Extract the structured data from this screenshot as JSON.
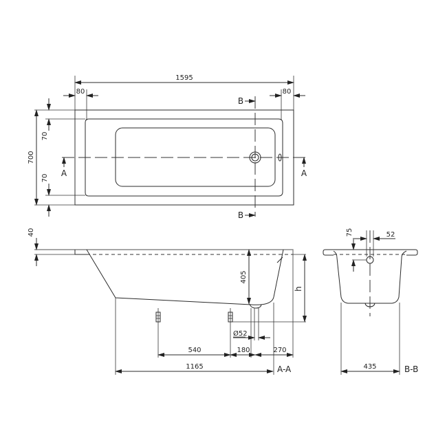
{
  "drawing": {
    "type": "bathtub technical drawing",
    "top_view": {
      "overall_length": "1595",
      "rim_left": "80",
      "rim_right": "80",
      "overall_width": "700",
      "rim_top": "70",
      "rim_bottom": "70",
      "section_a_label": "A",
      "section_b_label": "B"
    },
    "section_a": {
      "title": "A-A",
      "rim_thickness": "40",
      "depth": "405",
      "height_label": "h",
      "drain_diameter": "Ø52",
      "foot_spacing": "540",
      "drain_offset": "180",
      "end_offset": "270",
      "base_length": "1165"
    },
    "section_b": {
      "title": "B-B",
      "overflow_offset": "75",
      "overflow_diameter": "52",
      "base_width": "435"
    }
  }
}
